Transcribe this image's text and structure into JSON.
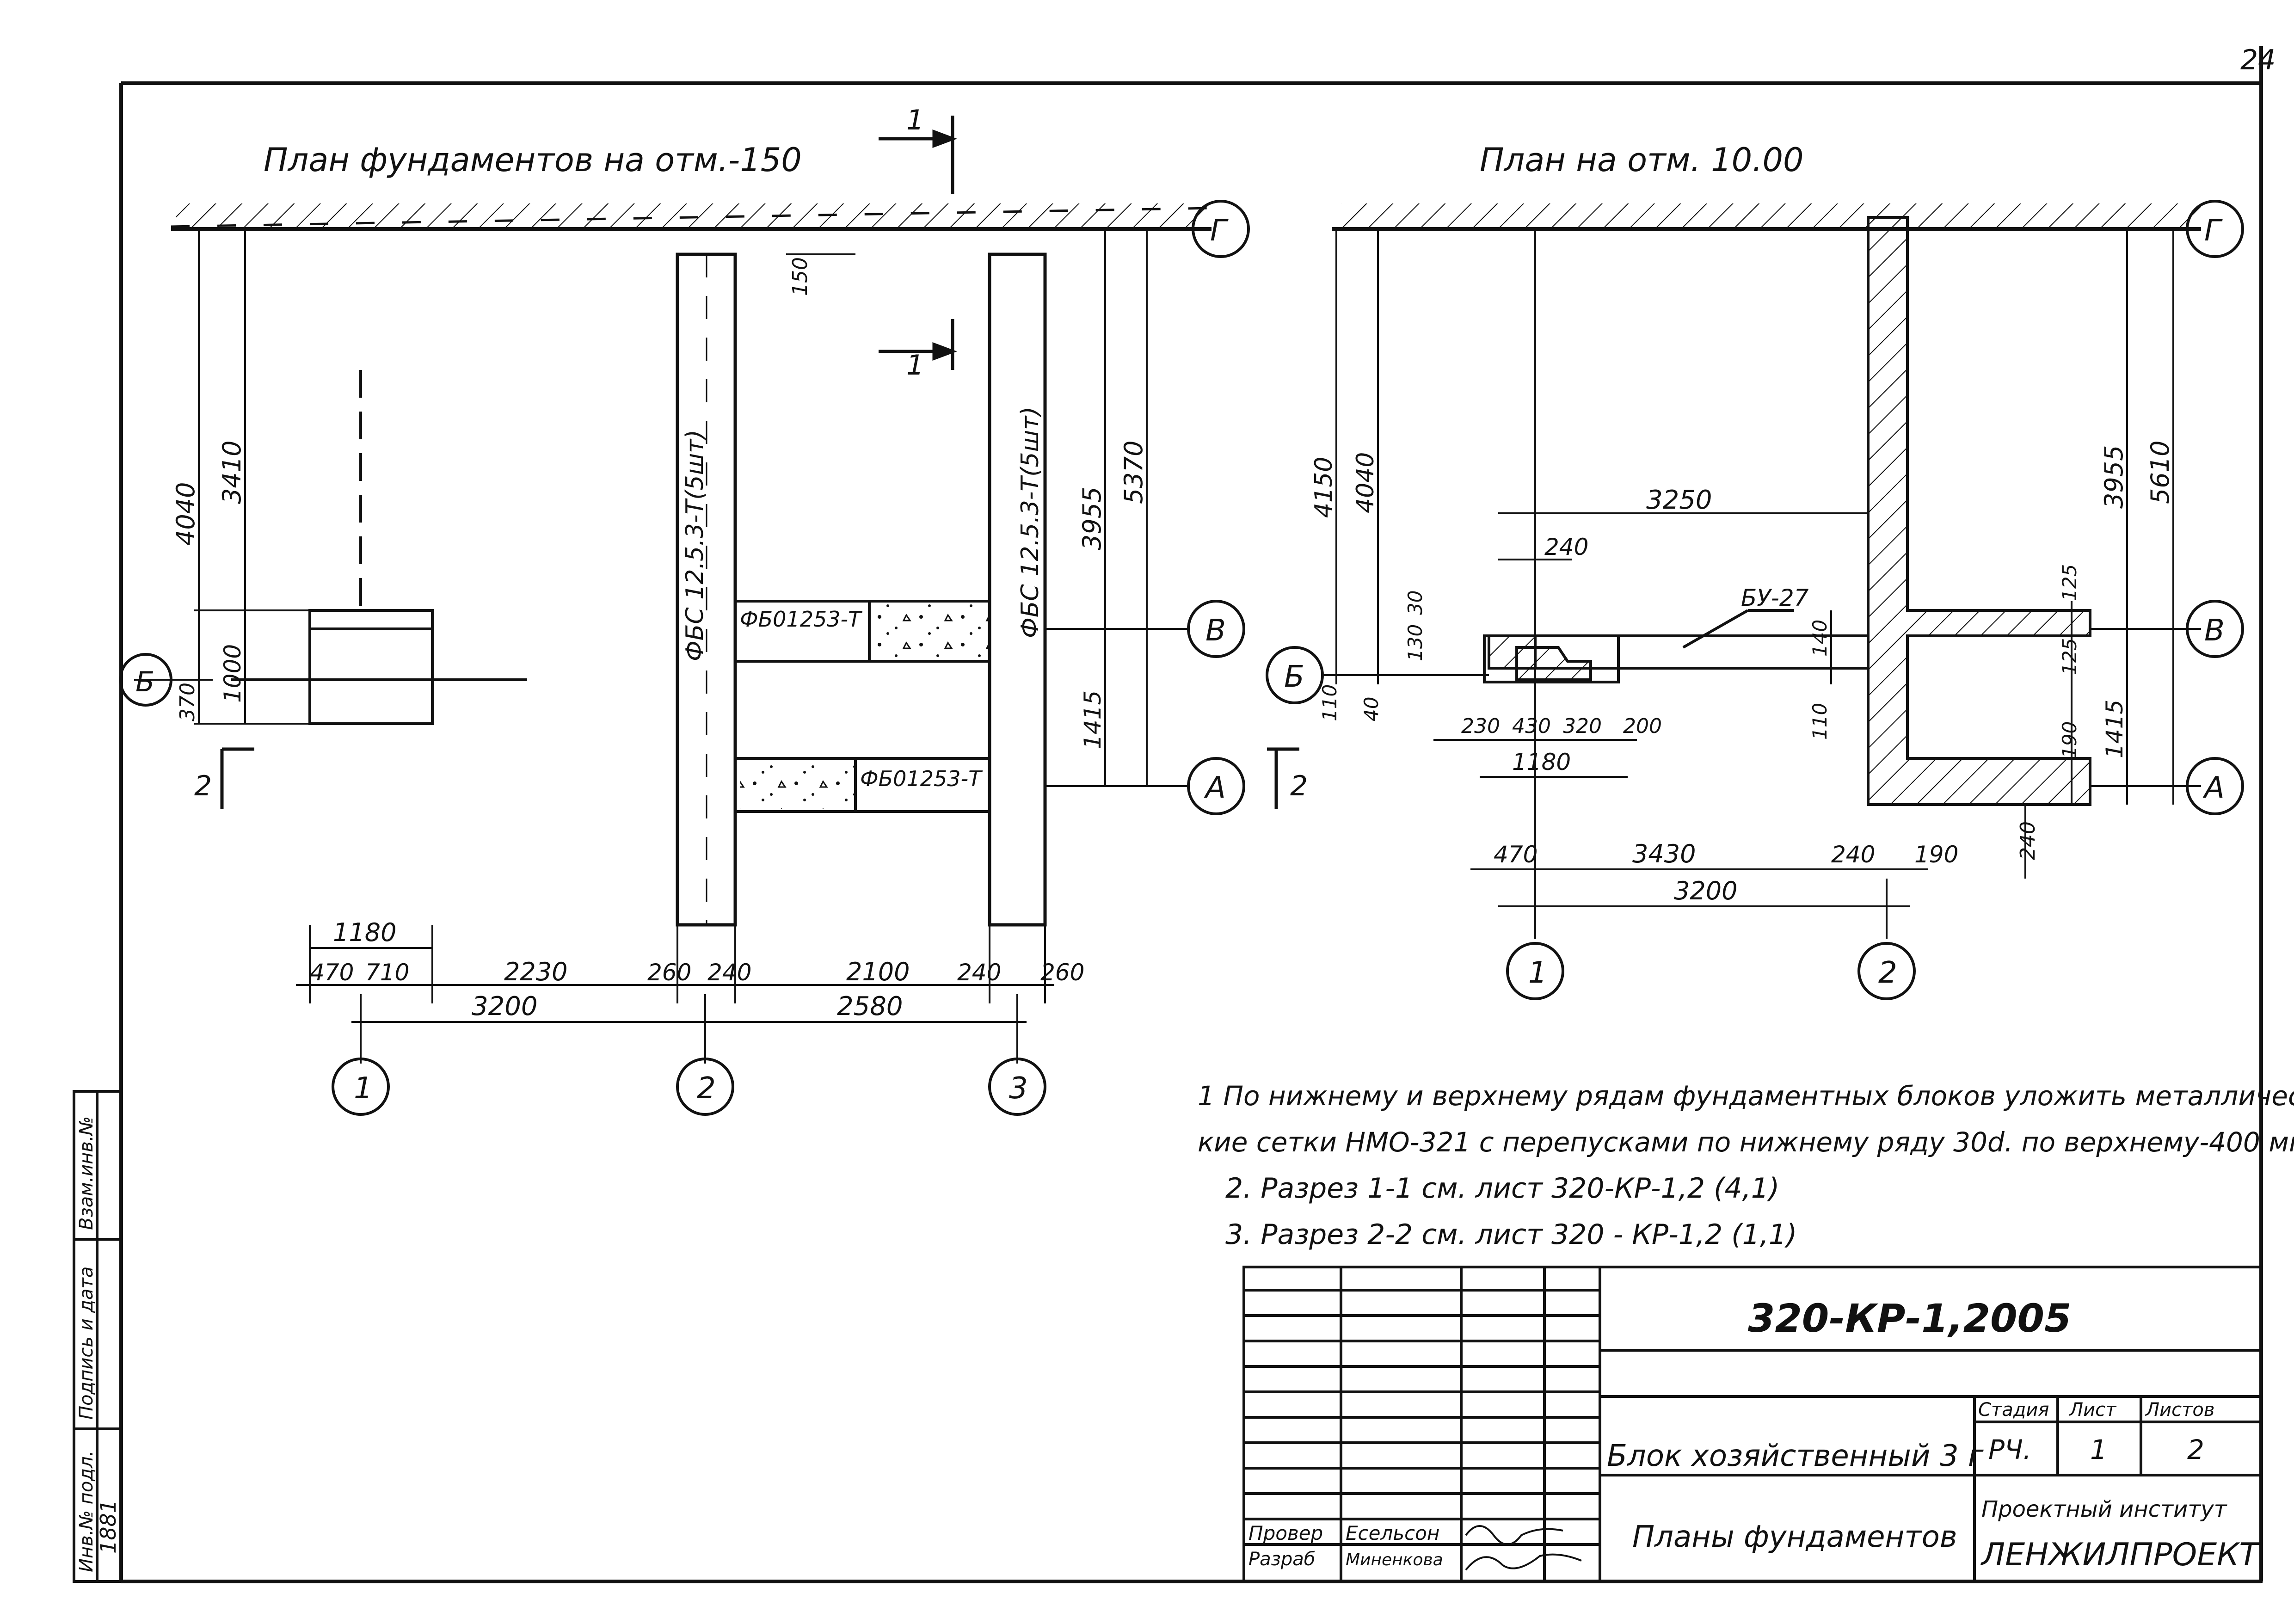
{
  "sheet_number": "24",
  "plan1": {
    "title": "План фундаментов на отм.-150",
    "section_1_label": "1",
    "section_2_label": "2",
    "axes": {
      "g": "Г",
      "v": "В",
      "b": "Б",
      "a": "А",
      "n1": "1",
      "n2": "2",
      "n3": "3"
    },
    "block_long_label": "ФБС 12.5.3-Т(5шт)",
    "block_short_label": "ФБ01253-Т",
    "dims": {
      "d4040": "4040",
      "d3410": "3410",
      "d1000": "1000",
      "d370": "370",
      "d150": "150",
      "d3955": "3955",
      "d5370": "5370",
      "d1415": "1415",
      "d1180": "1180",
      "d470": "470",
      "d710": "710",
      "d2230": "2230",
      "d260a": "260",
      "d240a": "240",
      "d2100": "2100",
      "d240b": "240",
      "d260b": "260",
      "d3200": "3200",
      "d2580": "2580"
    }
  },
  "plan2": {
    "title": "План на отм. 10.00",
    "beam_label": "БУ-27",
    "axes": {
      "g": "Г",
      "v": "В",
      "b": "Б",
      "a": "А",
      "n1": "1",
      "n2": "2"
    },
    "dims": {
      "d4150": "4150",
      "d4040": "4040",
      "d3250": "3250",
      "d240top": "240",
      "d30": "30",
      "d130": "130",
      "d40": "40",
      "d110a": "110",
      "d140": "140",
      "d110b": "110",
      "d230": "230",
      "d430": "430",
      "d320": "320",
      "d200": "200",
      "d1180": "1180",
      "d470": "470",
      "d3430": "3430",
      "d240": "240",
      "d190": "190",
      "d3200": "3200",
      "d3955": "3955",
      "d5610": "5610",
      "d125a": "125",
      "d125b": "125",
      "d1415": "1415",
      "d190v": "190",
      "d240v": "240"
    }
  },
  "notes": [
    "1 По нижнему и верхнему рядам фундаментных блоков уложить металличес",
    "кие сетки НМО-321 с перепусками по нижнему ряду 30d. по верхнему-400 мм.",
    "2. Разрез 1-1 см. лист 320-КР-1,2 (4,1)",
    "3. Разрез 2-2 см. лист 320 - КР-1,2  (1,1)"
  ],
  "side_stamp": {
    "inv_podl": "Инв.№ подл.",
    "podpis_data": "Подпись и дата",
    "vzam_inv": "Взам.инв.№",
    "inv_value": "1881"
  },
  "title_block": {
    "doc_code": "320-КР-1,2005",
    "object_name": "Блок хозяйственный 3 г",
    "sheet_title": "Планы фундаментов",
    "stage_header": "Стадия",
    "sheet_header": "Лист",
    "sheets_header": "Листов",
    "stage_value": "РЧ.",
    "sheet_value": "1",
    "sheets_value": "2",
    "role1": "Провер",
    "name1": "Есельсон",
    "role2": "Разраб",
    "name2": "Миненкова",
    "org_line1": "Проектный институт",
    "org_line2": "ЛЕНЖИЛПРОЕКТ"
  }
}
